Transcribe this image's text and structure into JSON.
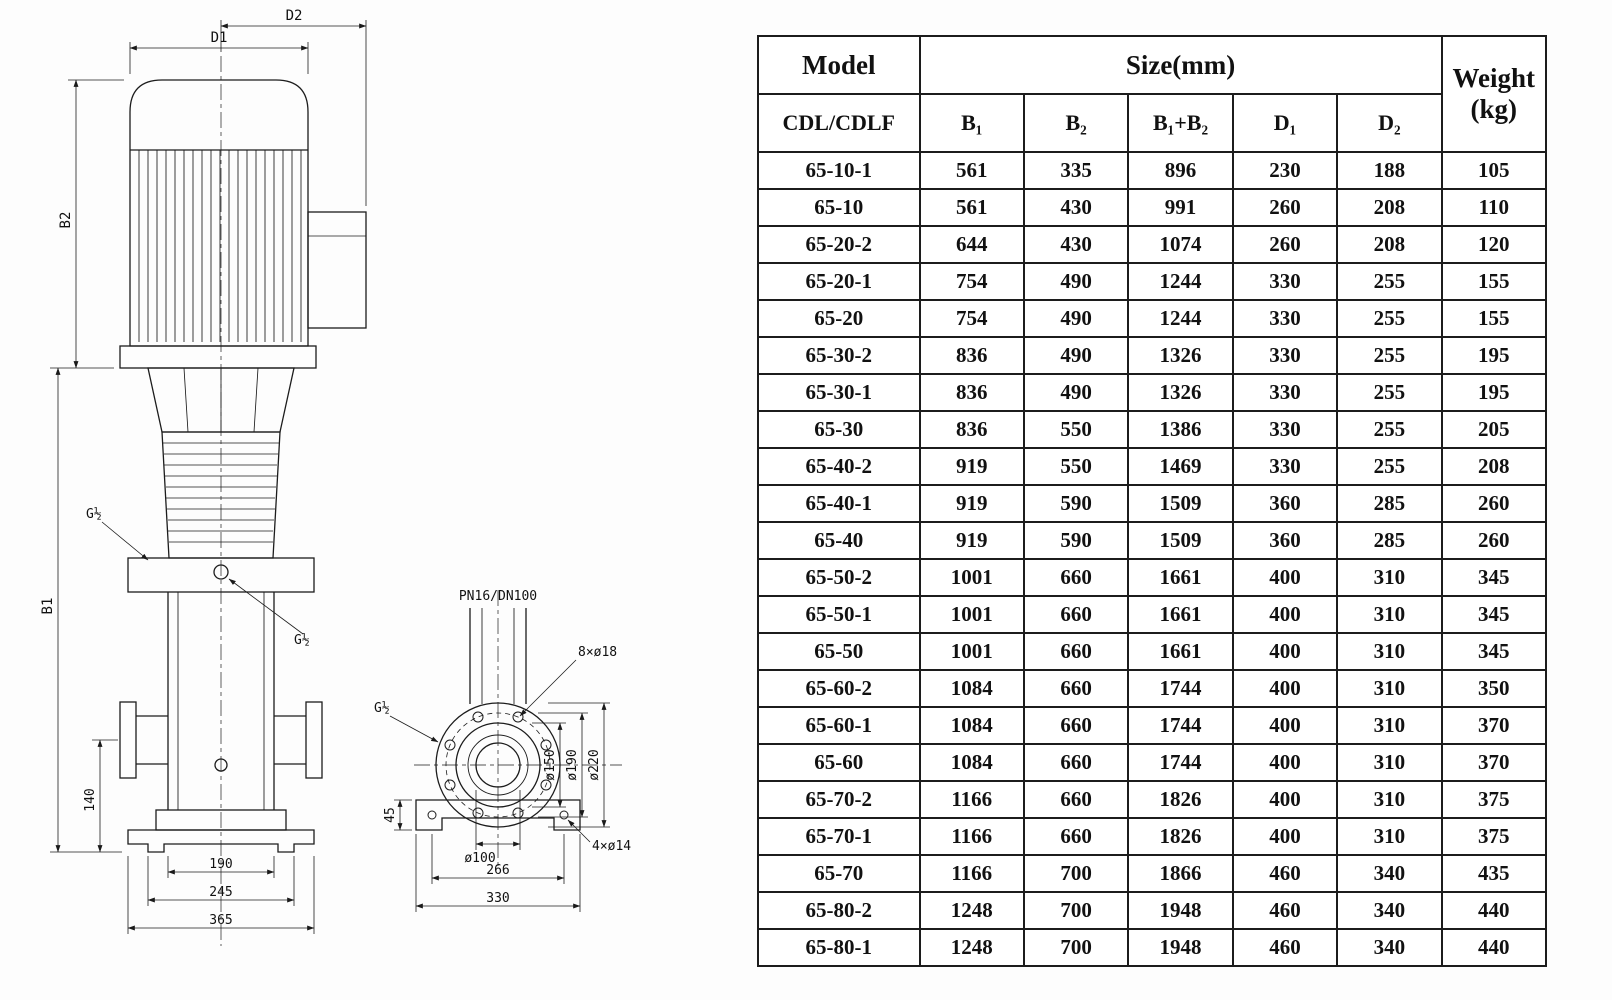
{
  "drawing": {
    "labels": {
      "d1": "D1",
      "d2": "D2",
      "b1": "B1",
      "b2": "B2",
      "g_upper": "G½",
      "g_lower": "G½",
      "dim140": "140",
      "dim190": "190",
      "dim245": "245",
      "dim365": "365"
    },
    "flange": {
      "pn": "PN16/DN100",
      "bolt_circle_holes": "8×ø18",
      "g": "G½",
      "d150": "ø150",
      "d190": "ø190",
      "d220": "ø220",
      "d100": "ø100",
      "dim45": "45",
      "dim266": "266",
      "dim330": "330",
      "base_holes": "4×ø14"
    }
  },
  "table": {
    "header": {
      "model": "Model",
      "model_sub": "CDL/CDLF",
      "size": "Size(mm)",
      "weight_line1": "Weight",
      "weight_line2": "(kg)",
      "cols": [
        "B₁",
        "B₂",
        "B₁+B₂",
        "D₁",
        "D₂"
      ]
    },
    "rows": [
      [
        "65-10-1",
        "561",
        "335",
        "896",
        "230",
        "188",
        "105"
      ],
      [
        "65-10",
        "561",
        "430",
        "991",
        "260",
        "208",
        "110"
      ],
      [
        "65-20-2",
        "644",
        "430",
        "1074",
        "260",
        "208",
        "120"
      ],
      [
        "65-20-1",
        "754",
        "490",
        "1244",
        "330",
        "255",
        "155"
      ],
      [
        "65-20",
        "754",
        "490",
        "1244",
        "330",
        "255",
        "155"
      ],
      [
        "65-30-2",
        "836",
        "490",
        "1326",
        "330",
        "255",
        "195"
      ],
      [
        "65-30-1",
        "836",
        "490",
        "1326",
        "330",
        "255",
        "195"
      ],
      [
        "65-30",
        "836",
        "550",
        "1386",
        "330",
        "255",
        "205"
      ],
      [
        "65-40-2",
        "919",
        "550",
        "1469",
        "330",
        "255",
        "208"
      ],
      [
        "65-40-1",
        "919",
        "590",
        "1509",
        "360",
        "285",
        "260"
      ],
      [
        "65-40",
        "919",
        "590",
        "1509",
        "360",
        "285",
        "260"
      ],
      [
        "65-50-2",
        "1001",
        "660",
        "1661",
        "400",
        "310",
        "345"
      ],
      [
        "65-50-1",
        "1001",
        "660",
        "1661",
        "400",
        "310",
        "345"
      ],
      [
        "65-50",
        "1001",
        "660",
        "1661",
        "400",
        "310",
        "345"
      ],
      [
        "65-60-2",
        "1084",
        "660",
        "1744",
        "400",
        "310",
        "350"
      ],
      [
        "65-60-1",
        "1084",
        "660",
        "1744",
        "400",
        "310",
        "370"
      ],
      [
        "65-60",
        "1084",
        "660",
        "1744",
        "400",
        "310",
        "370"
      ],
      [
        "65-70-2",
        "1166",
        "660",
        "1826",
        "400",
        "310",
        "375"
      ],
      [
        "65-70-1",
        "1166",
        "660",
        "1826",
        "400",
        "310",
        "375"
      ],
      [
        "65-70",
        "1166",
        "700",
        "1866",
        "460",
        "340",
        "435"
      ],
      [
        "65-80-2",
        "1248",
        "700",
        "1948",
        "460",
        "340",
        "440"
      ],
      [
        "65-80-1",
        "1248",
        "700",
        "1948",
        "460",
        "340",
        "440"
      ]
    ]
  }
}
